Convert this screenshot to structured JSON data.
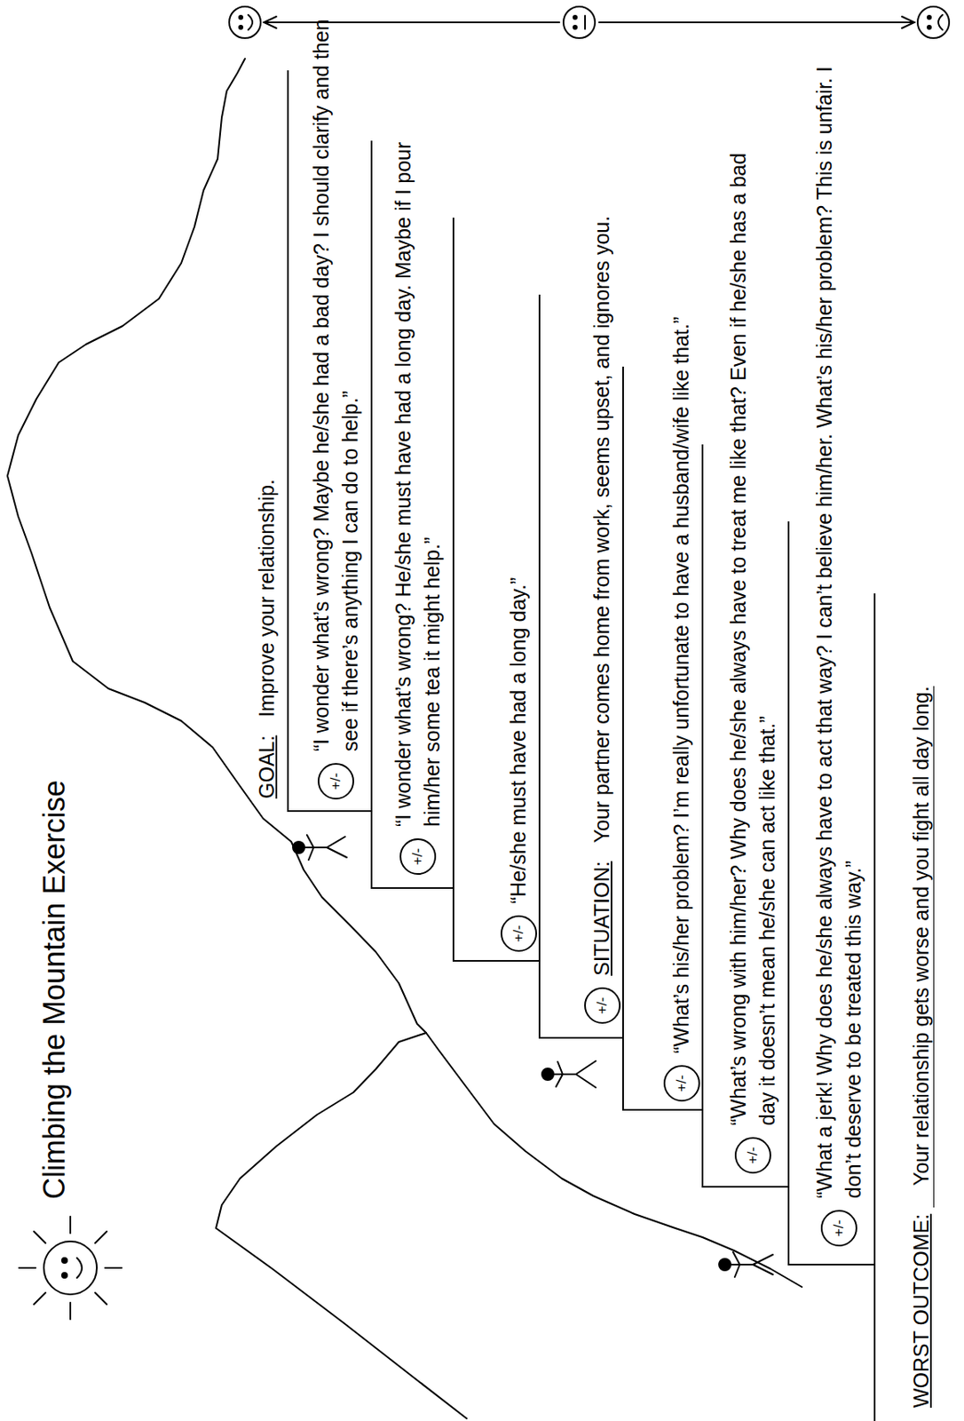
{
  "diagram": {
    "title": "Climbing the Mountain Exercise",
    "nodes": [
      {
        "text": [
          "GOAL:",
          "Improve your relationship."
        ]
      },
      {
        "text": [
          "“I wonder what’s wrong? Maybe he/she had a bad day? I should clarify and then see if there’s anything I can do to help.”"
        ]
      },
      {
        "text": [
          "+/-"
        ],
        "in": 1
      },
      {
        "text": [
          "“I wonder what’s wrong? He/she must have had a long day. Maybe if I pour him/her some tea it might help.”"
        ]
      },
      {
        "text": [
          "+/-"
        ],
        "in": 3
      },
      {
        "text": [
          "“He/she must have had a long day.”"
        ]
      },
      {
        "text": [
          "+/-"
        ],
        "in": 5
      },
      {
        "text": [
          "SITUATION:",
          "Your partner comes home from work, seems upset, and ignores you."
        ]
      },
      {
        "text": [
          "+/-"
        ],
        "in": 7
      },
      {
        "text": [
          "“What’s his/her problem? I’m really unfortunate to have a husband/wife like that.”"
        ]
      },
      {
        "text": [
          "+/-"
        ],
        "in": 9
      },
      {
        "text": [
          "“What’s wrong with him/her? Why does he/she always have to treat me like that? Even if he/she has a bad day it doesn’t mean he/she can act like that.”"
        ]
      },
      {
        "text": [
          "+/-"
        ],
        "in": 11
      },
      {
        "text": [
          "“What a jerk! Why does he/she always have to act that way? I can’t believe him/her. What’s his/her problem? This is unfair. I don’t deserve to be treated this way.”"
        ]
      },
      {
        "text": [
          "+/-"
        ],
        "in": 13
      }
    ],
    "labels": [
      "WORST OUTCOME:",
      "Your relationship gets worse and you fight all day long."
    ]
  }
}
